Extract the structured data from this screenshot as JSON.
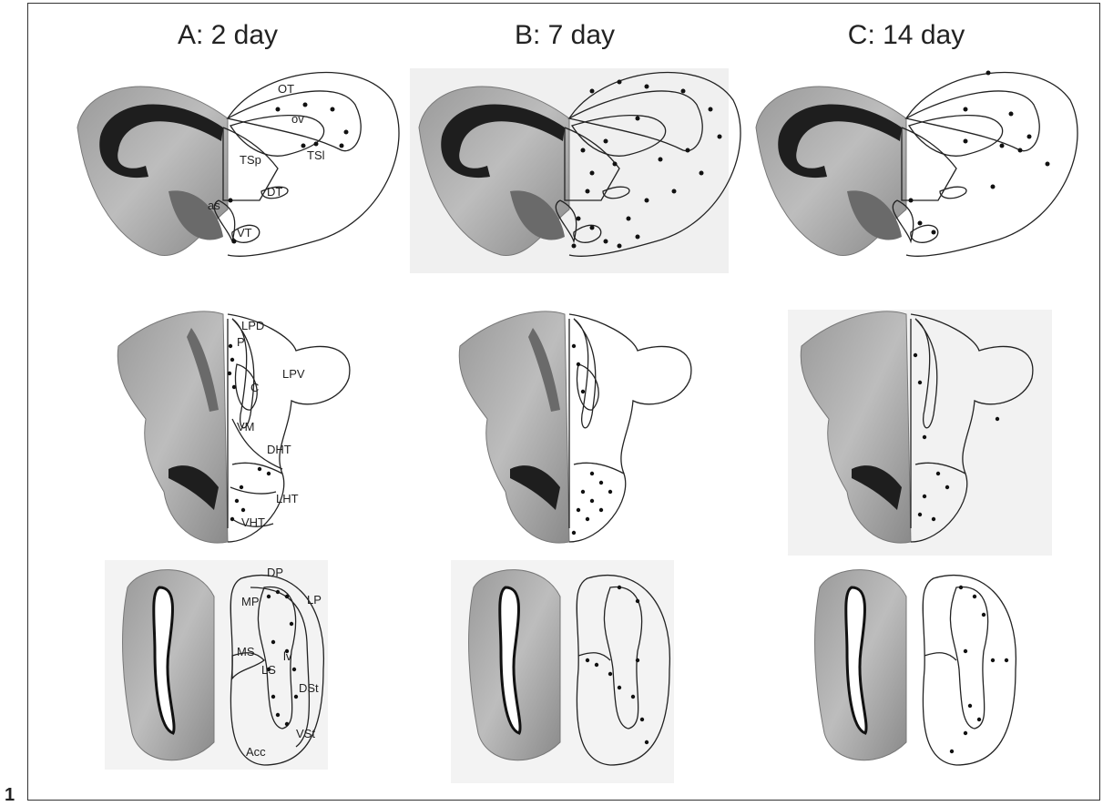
{
  "figure_number": "1",
  "columns": [
    {
      "title": "A: 2 day"
    },
    {
      "title": "B: 7 day"
    },
    {
      "title": "C: 14 day"
    }
  ],
  "row1_labels": {
    "ot": "OT",
    "ov": "ov",
    "tsl": "TSl",
    "tsp": "TSp",
    "dt": "DT",
    "as": "as",
    "vt": "VT"
  },
  "row2_labels": {
    "lpd": "LPD",
    "p": "P",
    "c": "C",
    "lpv": "LPV",
    "vm": "VM",
    "dht": "DHT",
    "lht": "LHT",
    "vht": "VHT"
  },
  "row3_labels": {
    "dp": "DP",
    "mp": "MP",
    "lp": "LP",
    "ms": "MS",
    "lv": "lv",
    "ls": "LS",
    "dst": "DSt",
    "vst": "VSt",
    "acc": "Acc"
  },
  "colors": {
    "stain_dark": "#1e1e1e",
    "stain_mid": "#6a6a6a",
    "stain_light": "#b9b9b9",
    "dot": "#111111",
    "outline": "#222222"
  }
}
